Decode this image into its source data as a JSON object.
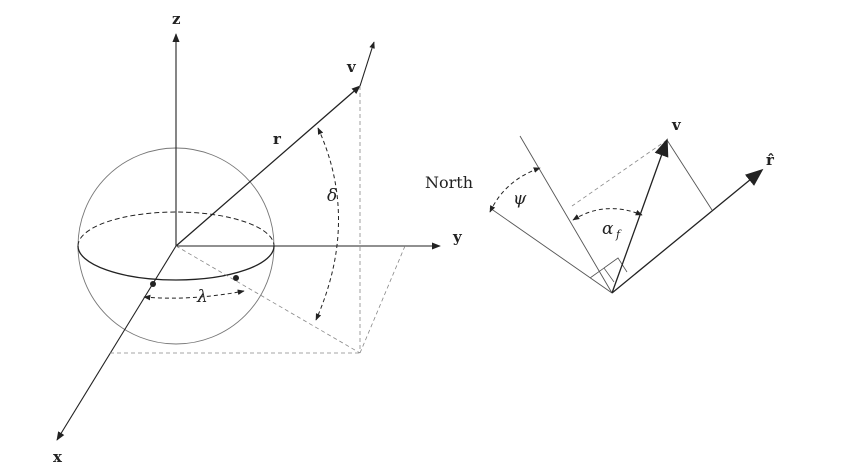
{
  "left_figure": {
    "axis_labels": {
      "z": "z",
      "y": "y",
      "x": "x"
    },
    "vector_labels": {
      "r": "r",
      "v": "v"
    },
    "angle_labels": {
      "delta": "δ",
      "lambda": "λ"
    }
  },
  "right_figure": {
    "labels": {
      "north": "North",
      "v": "v",
      "r_hat": "r̂",
      "psi": "ψ",
      "alpha": "α",
      "alpha_sub": "f"
    }
  },
  "colors": {
    "ink": "#222222",
    "guide": "#888888",
    "sphere": "#777777"
  }
}
